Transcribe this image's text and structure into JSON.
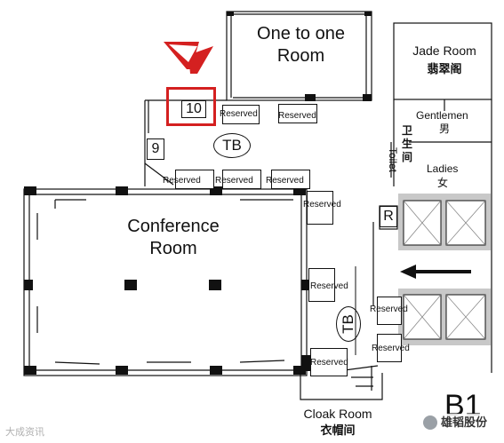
{
  "rooms": {
    "one_to_one": "One to one\nRoom",
    "jade": "Jade Room",
    "jade_cn": "翡翠阁",
    "conference": "Conference\nRoom",
    "cloak": "Cloak Room",
    "cloak_cn": "衣帽间"
  },
  "toilet": {
    "gentlemen": "Gentlemen",
    "gentlemen_cn": "男",
    "toilet_label": "Toilet",
    "toilet_cn": "卫生间",
    "ladies": "Ladies",
    "ladies_cn": "女"
  },
  "markers": {
    "table_10": "10",
    "table_9": "9",
    "tb": "TB",
    "r": "R",
    "floor": "B1"
  },
  "reserved_label": "Reserved",
  "watermarks": {
    "left": "大成资讯",
    "right": "雄韬股份"
  },
  "colors": {
    "highlight": "#d42020",
    "logo_red": "#d42020",
    "elevator_grey": "#c8c8c8"
  }
}
